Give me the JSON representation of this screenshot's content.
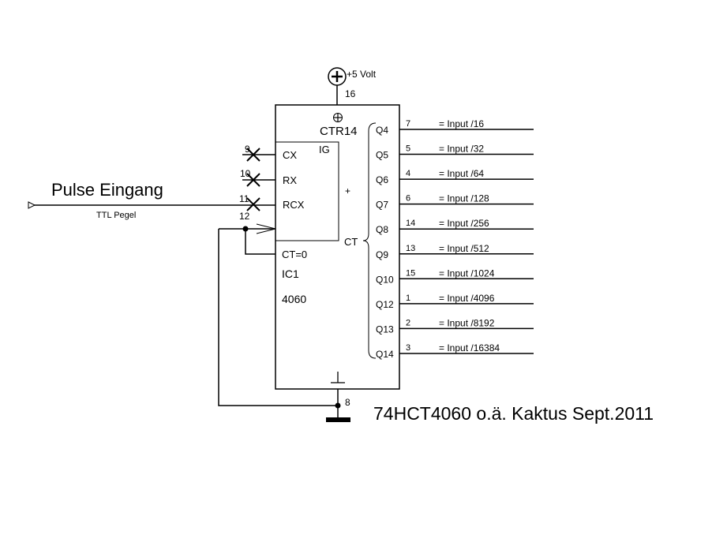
{
  "supply": {
    "voltage_label": "+5 Volt",
    "pin_label": "16"
  },
  "chip": {
    "function_label": "CTR14",
    "ig_label": "IG",
    "plus_label": "+",
    "ct_label": "CT",
    "reset_label": "CT=0",
    "ref_label": "IC1",
    "type_label": "4060",
    "inputs": [
      {
        "pin": "9",
        "name": "CX"
      },
      {
        "pin": "10",
        "name": "RX"
      },
      {
        "pin": "11",
        "name": "RCX"
      }
    ],
    "reset_pin": "12",
    "ground_pin": "8"
  },
  "outputs": [
    {
      "name": "Q4",
      "pin": "7",
      "desc": "= Input /16"
    },
    {
      "name": "Q5",
      "pin": "5",
      "desc": "= Input /32"
    },
    {
      "name": "Q6",
      "pin": "4",
      "desc": "= Input /64"
    },
    {
      "name": "Q7",
      "pin": "6",
      "desc": "= Input /128"
    },
    {
      "name": "Q8",
      "pin": "14",
      "desc": "= Input /256"
    },
    {
      "name": "Q9",
      "pin": "13",
      "desc": "= Input /512"
    },
    {
      "name": "Q10",
      "pin": "15",
      "desc": "= Input /1024"
    },
    {
      "name": "Q12",
      "pin": "1",
      "desc": "= Input /4096"
    },
    {
      "name": "Q13",
      "pin": "2",
      "desc": "= Input /8192"
    },
    {
      "name": "Q14",
      "pin": "3",
      "desc": "= Input /16384"
    }
  ],
  "input_signal": {
    "title": "Pulse Eingang",
    "subtitle": "TTL Pegel"
  },
  "footer": {
    "caption": "74HCT4060 o.ä. Kaktus Sept.2011"
  }
}
